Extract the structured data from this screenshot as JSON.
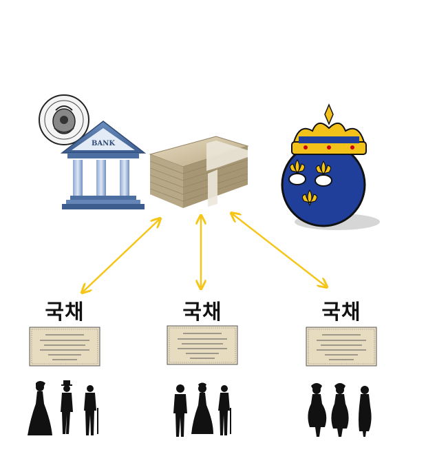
{
  "bank": {
    "sign": "BANK"
  },
  "bonds": [
    {
      "label": "국채"
    },
    {
      "label": "국채"
    },
    {
      "label": "국채"
    }
  ],
  "colors": {
    "arrow": "#f5c518",
    "bank_blue": "#4a6fa0",
    "ball_blue": "#1f3f9a",
    "gold": "#f2c21b",
    "money": "#c9b896",
    "paper": "#e8dcc0",
    "silhouette": "#111111"
  }
}
